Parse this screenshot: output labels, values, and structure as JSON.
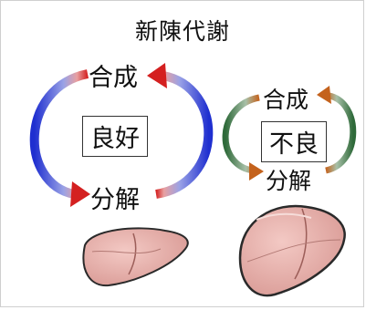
{
  "title": "新陳代謝",
  "healthy": {
    "synthesis": "合成",
    "decomposition": "分解",
    "state": "良好",
    "arrow_colors": {
      "outer": "#2b3bd6",
      "inner": "#d42b2b"
    }
  },
  "poor": {
    "synthesis": "合成",
    "decomposition": "分解",
    "state": "不良",
    "arrow_colors": {
      "outer": "#2e6b3c",
      "inner": "#c25a1c"
    }
  },
  "liver_color": "#e8b4b0",
  "icons": [
    "healthy-liver-icon",
    "fatty-liver-icon"
  ]
}
